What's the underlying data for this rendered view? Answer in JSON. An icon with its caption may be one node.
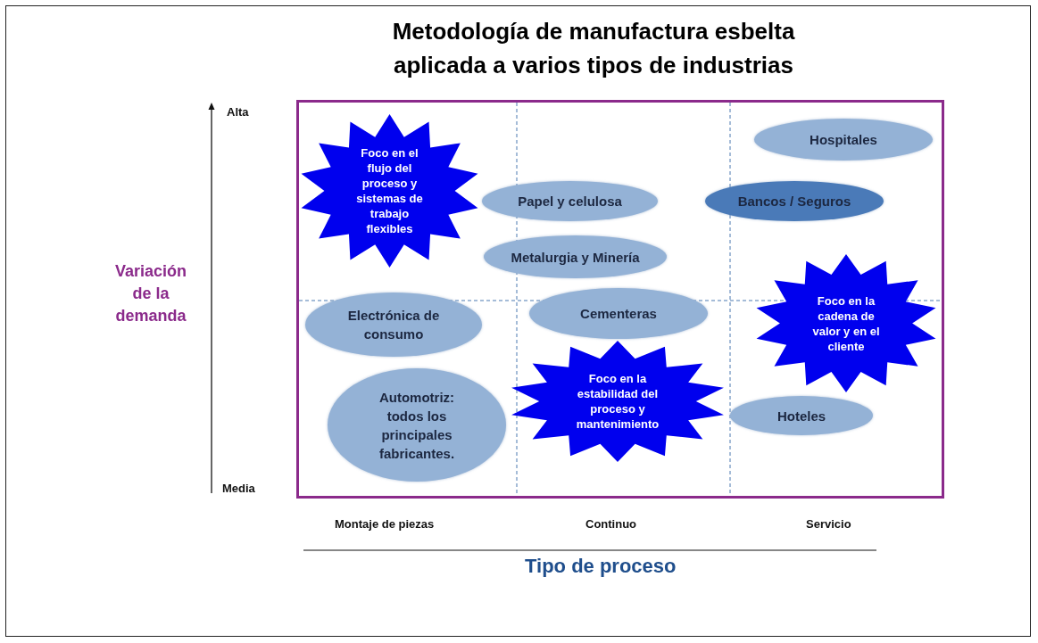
{
  "diagram": {
    "title": "Metodología de manufactura esbelta aplicada a varios tipos de industrias",
    "nodes": [
      {
        "text": [
          "Foco en el flujo del proceso y sistemas de trabajo flexibles"
        ]
      },
      {
        "text": [
          "Hospitales"
        ]
      },
      {
        "text": [
          "Papel y celulosa"
        ]
      },
      {
        "text": [
          "Bancos / Seguros"
        ]
      },
      {
        "text": [
          "Metalurgia y Minería"
        ]
      },
      {
        "text": [
          "Foco en la cadena de valor y en el cliente"
        ]
      },
      {
        "text": [
          "Electrónica de consumo"
        ]
      },
      {
        "text": [
          "Cementeras"
        ]
      },
      {
        "text": [
          "Foco en la estabilidad del proceso y mantenimiento"
        ]
      },
      {
        "text": [
          "Automotriz: todos los principales fabricantes."
        ]
      },
      {
        "text": [
          "Hoteles"
        ]
      }
    ],
    "labels": [
      "Alta",
      "Variación de la demanda",
      "Media",
      "Montaje de piezas",
      "Continuo",
      "Servicio",
      "Tipo de proceso"
    ]
  }
}
